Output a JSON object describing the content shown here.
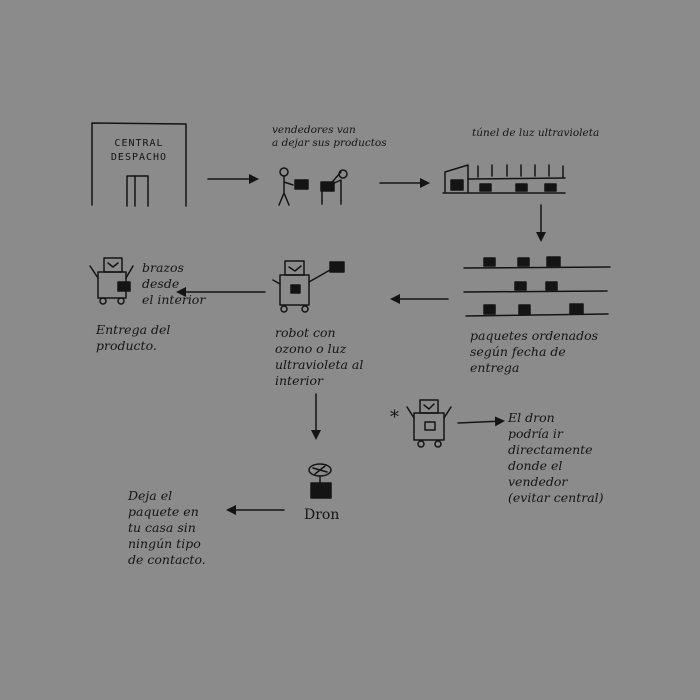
{
  "colors": {
    "background": "#8b8b8b",
    "ink": "#141414"
  },
  "steps": {
    "central": {
      "line1": "CENTRAL",
      "line2": "DESPACHO"
    },
    "vendedores": {
      "text": "vendedores van\na dejar sus productos"
    },
    "tunel": {
      "text": "túnel de luz ultravioleta"
    },
    "paquetes": {
      "text": "paquetes ordenados\nsegún fecha de\nentrega"
    },
    "robot": {
      "text": "robot con\nozono o luz\nultravioleta al\ninterior"
    },
    "brazos": {
      "text": "brazos\ndesde\nel interior"
    },
    "entrega": {
      "text": "Entrega del\nproducto."
    },
    "dron": {
      "text": "Dron"
    },
    "deja": {
      "text": "Deja el\npaquete en\ntu casa sin\nningún tipo\nde contacto."
    },
    "dron_directo": {
      "text": "El dron\npodría ir\ndirectamente\ndonde el\nvendedor\n(evitar central)"
    },
    "asterisk": {
      "text": "*"
    }
  }
}
